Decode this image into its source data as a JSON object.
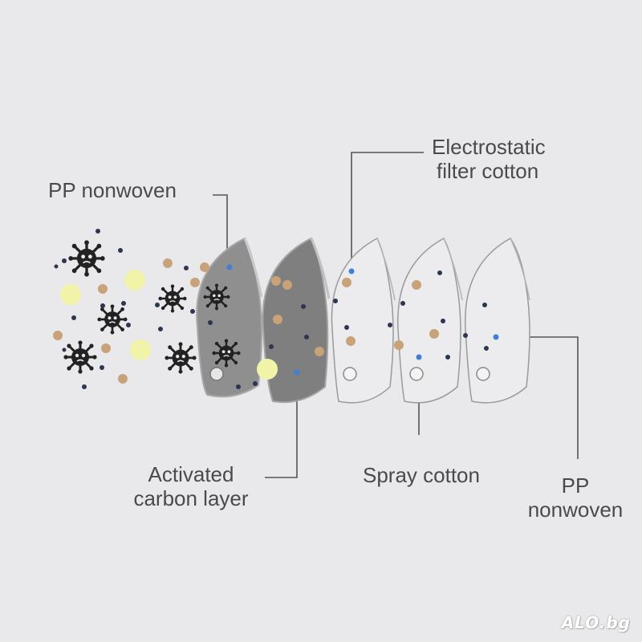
{
  "labels": {
    "pp_nonwoven_outer": "PP nonwoven",
    "electrostatic": [
      "Electrostatic",
      "filter cotton"
    ],
    "activated_carbon": [
      "Activated",
      "carbon layer"
    ],
    "spray_cotton": "Spray cotton",
    "pp_nonwoven_inner": [
      "PP",
      "nonwoven"
    ]
  },
  "watermark": "ALO.bg",
  "colors": {
    "background": "#e9e9eb",
    "pp_layer": "#8f8f8f",
    "carbon_layer": "#7f7f7f",
    "filter_layer": "#ececee",
    "filter_outline": "#9a9a9a",
    "pointer_line": "#555555",
    "particle_tan": "#c8a37a",
    "particle_navy": "#2e3550",
    "particle_blue": "#3f7fd6",
    "pollen_yellow": "#f1f4a8",
    "virus": "#222222"
  },
  "icons": [
    "virus-icon",
    "pollen-icon",
    "dust-particle-icon",
    "valve-icon"
  ]
}
